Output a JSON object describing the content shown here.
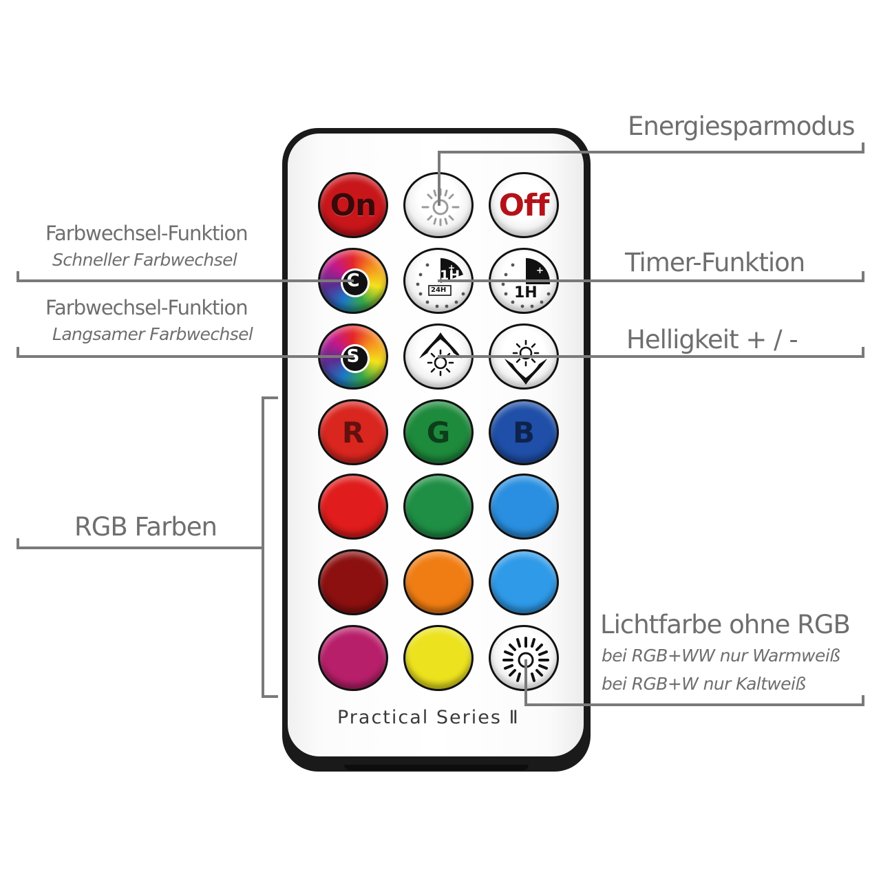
{
  "annotations": {
    "energy_saving": "Energiesparmodus",
    "color_change_1_title": "Farbwechsel-Funktion",
    "color_change_1_sub": "Schneller Farbwechsel",
    "timer": "Timer-Funktion",
    "color_change_2_title": "Farbwechsel-Funktion",
    "color_change_2_sub": "Langsamer Farbwechsel",
    "brightness": "Helligkeit + / -",
    "rgb_colors": "RGB Farben",
    "light_color_title": "Lichtfarbe ohne RGB",
    "light_color_sub1": "bei RGB+WW nur Warmweiß",
    "light_color_sub2": "bei RGB+W nur Kaltweiß"
  },
  "remote": {
    "series_label": "Practical Series Ⅱ",
    "buttons": {
      "on": "On",
      "off": "Off",
      "c": "C",
      "s": "S",
      "timer_1h": "1H",
      "timer_24h": "24H",
      "timer_1h_b": "1H",
      "r": "R",
      "g": "G",
      "b": "B"
    },
    "colors": {
      "on": "#c8161b",
      "red": "#d9261f",
      "green": "#1e8a3c",
      "blue": "#1f4fa8",
      "red2": "#e01c1c",
      "green2": "#1f8f45",
      "blue2": "#2a8fe0",
      "darkred": "#8c1010",
      "orange": "#f07d14",
      "lightblue": "#2f9ae8",
      "magenta": "#b81f6a",
      "yellow": "#ece21e"
    }
  }
}
